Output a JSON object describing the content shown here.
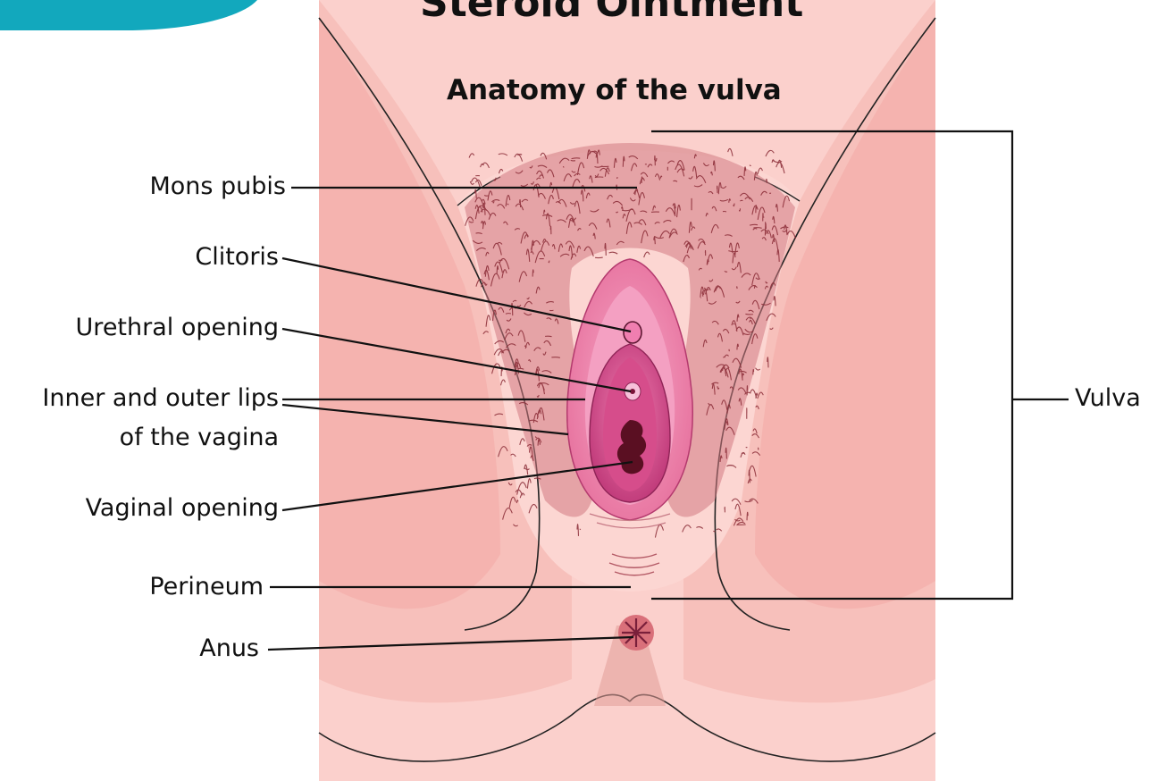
{
  "header": {
    "title": "Steroid Ointment"
  },
  "diagram": {
    "subtitle": "Anatomy of the vulva",
    "labels": {
      "mons_pubis": "Mons pubis",
      "clitoris": "Clitoris",
      "urethral_opening": "Urethral opening",
      "lips_line1": "Inner and outer lips",
      "lips_line2": "of the vagina",
      "vaginal_opening": "Vaginal opening",
      "perineum": "Perineum",
      "anus": "Anus",
      "vulva": "Vulva"
    }
  },
  "colors": {
    "accent": "#12a8bd",
    "skin_light": "#fcd3cf",
    "skin_mid": "#f2b3ae",
    "skin_dark": "#e79a96",
    "hair": "#8a2b36",
    "inner_pink": "#e0609a",
    "deep_pink": "#b52c6a",
    "opening": "#5a0f22"
  }
}
